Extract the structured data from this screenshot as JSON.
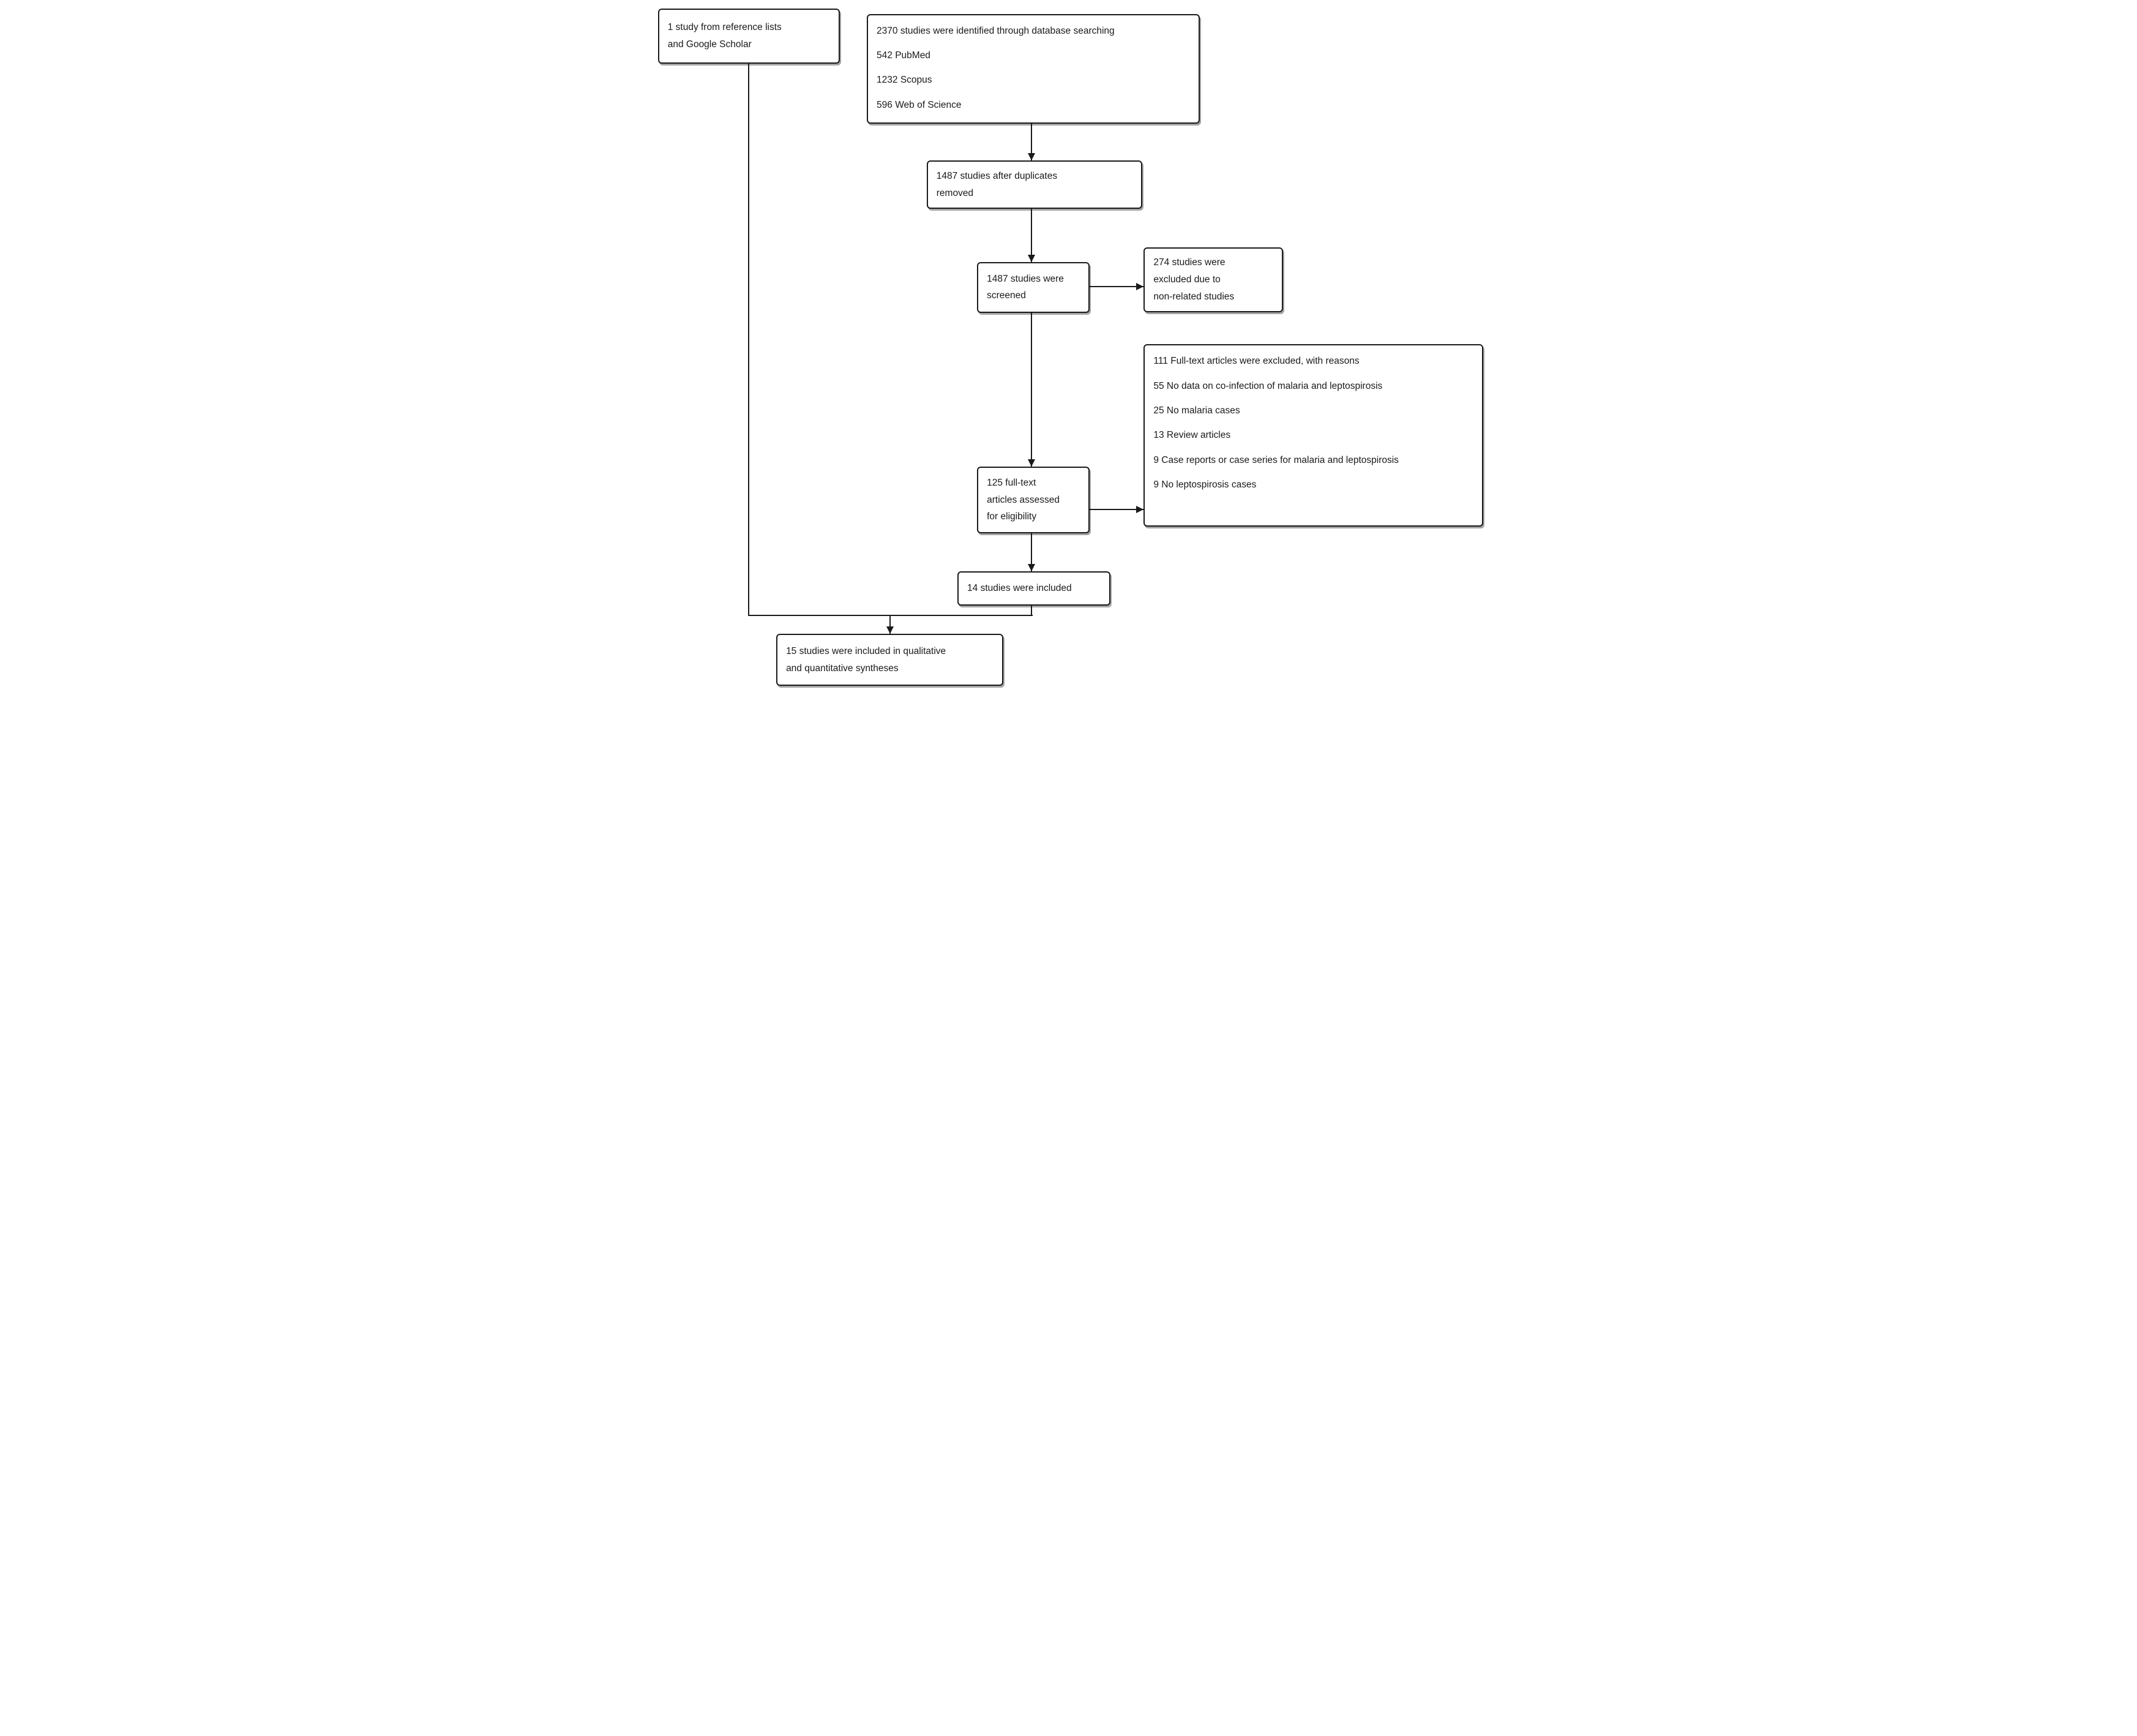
{
  "colors": {
    "box_border": "#1a1a1a",
    "box_background": "#ffffff",
    "line": "#1a1a1a",
    "shadow": "#5a5a5a"
  },
  "boxes": {
    "reference_lists": {
      "lines": [
        "1 study from reference lists",
        "and Google Scholar"
      ]
    },
    "identification": {
      "lines": [
        "2370 studies were identified through database searching",
        "542 PubMed",
        "1232 Scopus",
        "596 Web of Science"
      ]
    },
    "after_duplicates": {
      "lines": [
        "1487 studies after duplicates",
        "removed"
      ]
    },
    "screened": {
      "lines": [
        "1487 studies were",
        "screened"
      ]
    },
    "screening_excluded": {
      "lines": [
        "274 studies were",
        "excluded due to",
        "non-related studies"
      ]
    },
    "fulltext_excluded": {
      "lines": [
        "111 Full-text articles were excluded, with reasons",
        "55 No data on co-infection of malaria and leptospirosis",
        "25 No malaria cases",
        "13 Review articles",
        "9 Case reports or case series for malaria and leptospirosis",
        "9 No leptospirosis cases"
      ]
    },
    "fulltext_assessed": {
      "lines": [
        "125 full-text",
        "articles assessed",
        "for eligibility"
      ]
    },
    "included": {
      "lines": [
        "14 studies were included"
      ]
    },
    "synthesis": {
      "lines": [
        "15 studies were included in qualitative",
        "and quantitative syntheses"
      ]
    }
  }
}
